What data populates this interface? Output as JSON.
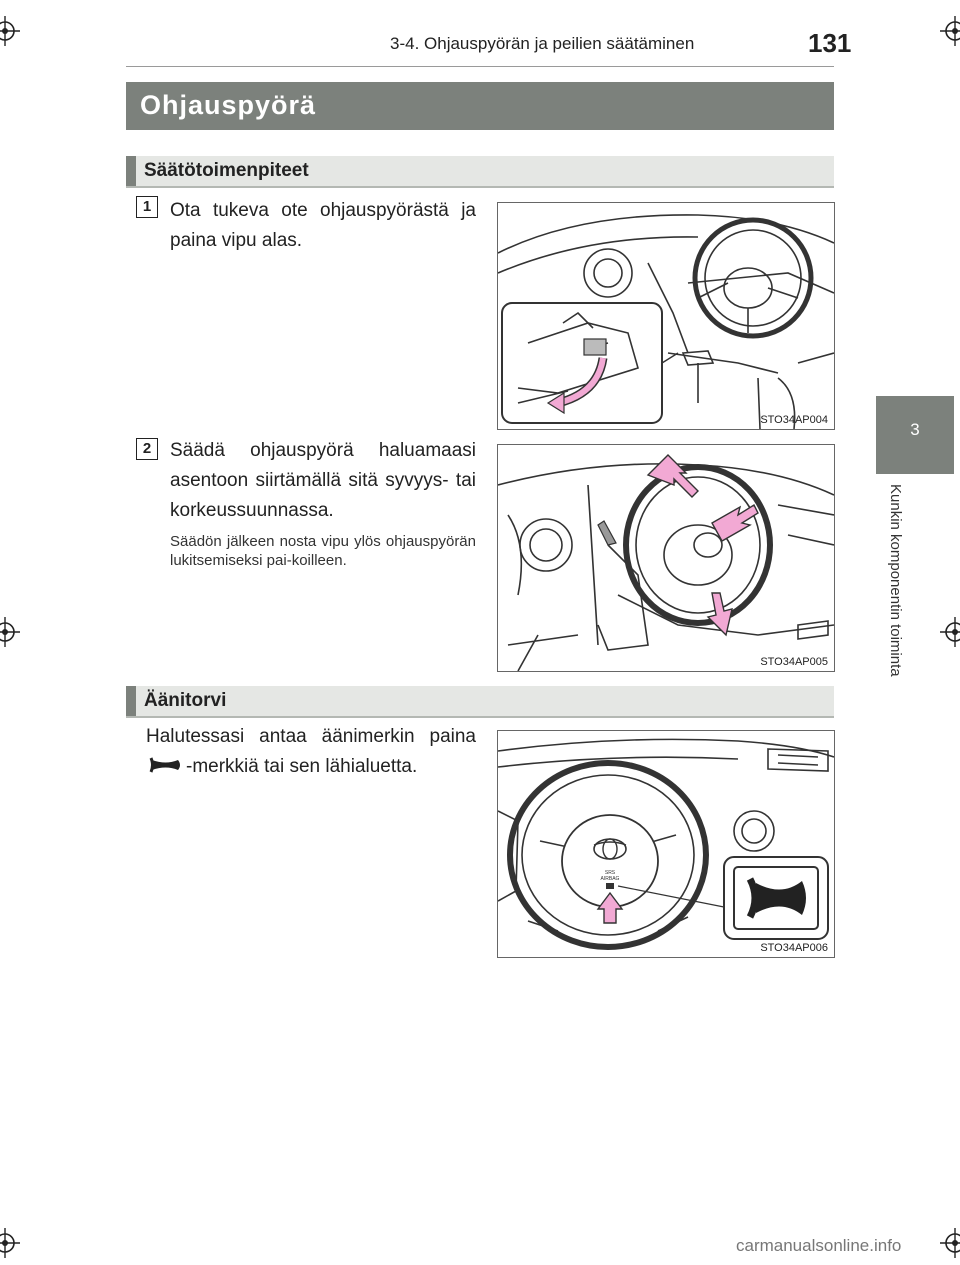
{
  "header": {
    "section": "3-4. Ohjauspyörän ja peilien säätäminen",
    "page_number": "131"
  },
  "main_heading": "Ohjauspyörä",
  "side_tab": {
    "chapter": "3",
    "chapter_title": "Kunkin komponentin toiminta"
  },
  "adjust_section": {
    "heading": "Säätötoimenpiteet",
    "steps": [
      {
        "number": "1",
        "text": "Ota tukeva ote ohjauspyörästä ja paina vipu alas.",
        "figure_code": "STO34AP004"
      },
      {
        "number": "2",
        "text": "Säädä ohjauspyörä haluamaasi asentoon siirtämällä sitä syvyys- tai korkeussuunnassa.",
        "note": "Säädön jälkeen nosta vipu ylös ohjauspyörän lukitsemiseksi pai-koilleen.",
        "figure_code": "STO34AP005"
      }
    ]
  },
  "horn_section": {
    "heading": "Äänitorvi",
    "text_before": "Halutessasi antaa äänimerkin paina",
    "text_after": "-merkkiä tai sen lähialuetta.",
    "horn_icon": "horn-icon",
    "figure_code": "STO34AP006",
    "airbag_label_line1": "SRS",
    "airbag_label_line2": "AIRBAG"
  },
  "watermark": "carmanualsonline.info",
  "colors": {
    "heading_bg": "#7c817c",
    "subheading_bg": "#e5e7e4",
    "arrow_pink": "#f2a9d4"
  }
}
